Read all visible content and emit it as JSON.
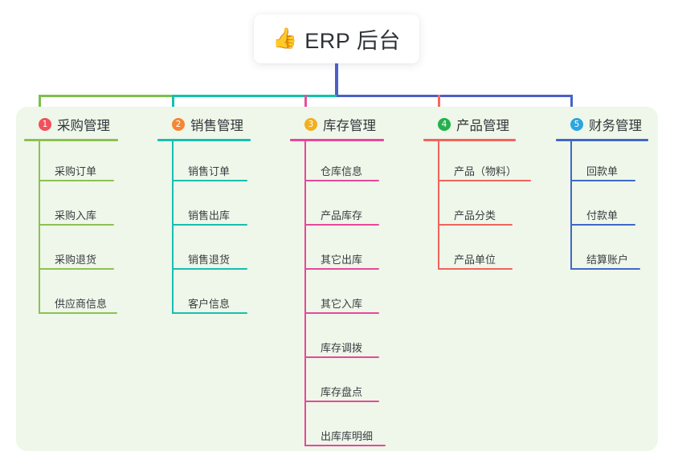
{
  "canvas": {
    "background": "#ffffff",
    "panel_color": "#eef7e9"
  },
  "root": {
    "icon": "thumbs-up-icon",
    "emoji": "👍",
    "title": "ERP 后台"
  },
  "connectors": {
    "trunk_color": "#4b5fc8",
    "segments": [
      {
        "name": "green-segment",
        "color": "#7cc04a"
      },
      {
        "name": "teal-segment",
        "color": "#11c1ad"
      },
      {
        "name": "blue-segment",
        "color": "#4b5fc8"
      }
    ],
    "drops": [
      {
        "name": "drop-purchase",
        "color": "#7cc04a"
      },
      {
        "name": "drop-sales",
        "color": "#11c1ad"
      },
      {
        "name": "drop-inventory",
        "color": "#ea4e9b"
      },
      {
        "name": "drop-product",
        "color": "#f26a63"
      },
      {
        "name": "drop-finance",
        "color": "#4166c6"
      }
    ]
  },
  "columns": [
    {
      "id": "purchase",
      "number": "1",
      "badge_color": "#f2505a",
      "line_color": "#8cc152",
      "title": "采购管理",
      "items": [
        {
          "label": "采购订单"
        },
        {
          "label": "采购入库"
        },
        {
          "label": "采购退货"
        },
        {
          "label": "供应商信息"
        }
      ]
    },
    {
      "id": "sales",
      "number": "2",
      "badge_color": "#f58634",
      "line_color": "#17bfb0",
      "title": "销售管理",
      "items": [
        {
          "label": "销售订单"
        },
        {
          "label": "销售出库"
        },
        {
          "label": "销售退货"
        },
        {
          "label": "客户信息"
        }
      ]
    },
    {
      "id": "inventory",
      "number": "3",
      "badge_color": "#f2b01e",
      "line_color": "#e8479b",
      "title": "库存管理",
      "items": [
        {
          "label": "仓库信息"
        },
        {
          "label": "产品库存"
        },
        {
          "label": "其它出库"
        },
        {
          "label": "其它入库"
        },
        {
          "label": "库存调拨"
        },
        {
          "label": "库存盘点"
        },
        {
          "label": "出库库明细"
        }
      ]
    },
    {
      "id": "product",
      "number": "4",
      "badge_color": "#22b24c",
      "line_color": "#f2635c",
      "title": "产品管理",
      "items": [
        {
          "label": "产品（物料）"
        },
        {
          "label": "产品分类"
        },
        {
          "label": "产品单位"
        }
      ]
    },
    {
      "id": "finance",
      "number": "5",
      "badge_color": "#2ba6e0",
      "line_color": "#4067c8",
      "title": "财务管理",
      "items": [
        {
          "label": "回款单"
        },
        {
          "label": "付款单"
        },
        {
          "label": "结算账户"
        }
      ]
    }
  ]
}
